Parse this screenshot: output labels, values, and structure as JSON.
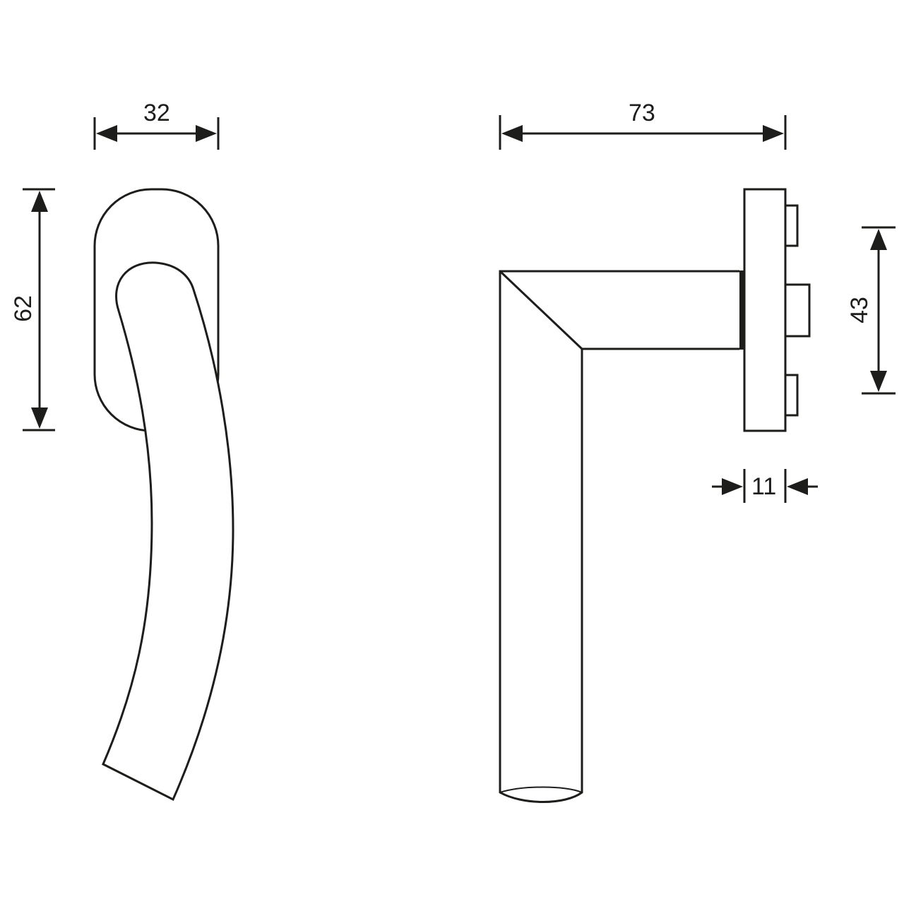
{
  "dimensions": {
    "width_front": "32",
    "height_front": "62",
    "length_side": "73",
    "spindle_spacing": "43",
    "rosette_depth": "11"
  },
  "colors": {
    "line": "#1d1d1b",
    "background": "#ffffff"
  }
}
